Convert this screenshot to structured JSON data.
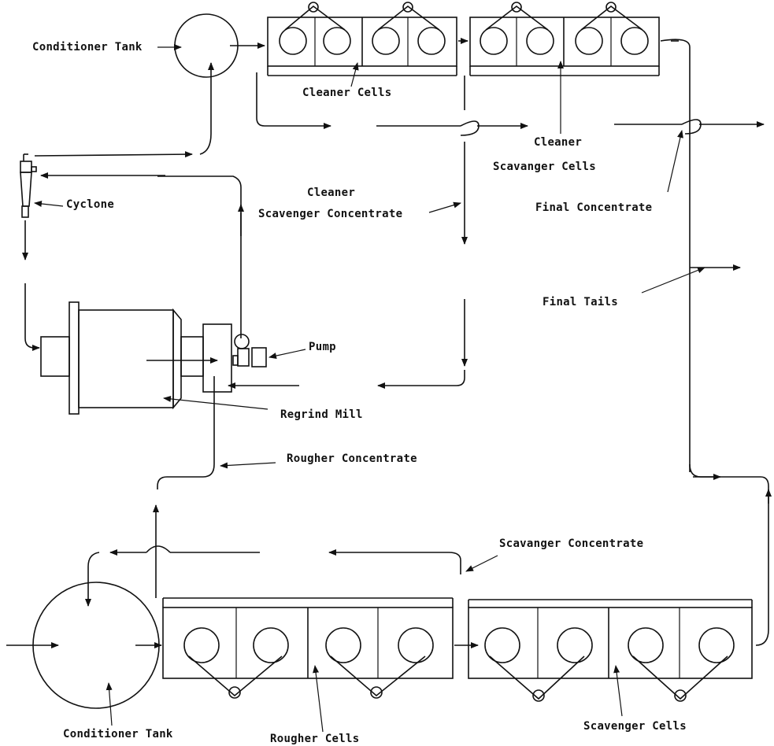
{
  "labels": {
    "conditioner_tank_top": "Conditioner Tank",
    "cleaner_cells": "Cleaner Cells",
    "cleaner_scavanger_cells_l1": "Cleaner",
    "cleaner_scavanger_cells_l2": "Scavanger Cells",
    "cyclone": "Cyclone",
    "cleaner_scavenger_conc_l1": "Cleaner",
    "cleaner_scavenger_conc_l2": "Scavenger Concentrate",
    "final_concentrate": "Final Concentrate",
    "final_tails": "Final Tails",
    "pump": "Pump",
    "regrind_mill": "Regrind Mill",
    "rougher_concentrate": "Rougher Concentrate",
    "scavanger_concentrate": "Scavanger Concentrate",
    "conditioner_tank_bottom": "Conditioner Tank",
    "rougher_cells": "Rougher Cells",
    "scavenger_cells": "Scavenger Cells"
  }
}
